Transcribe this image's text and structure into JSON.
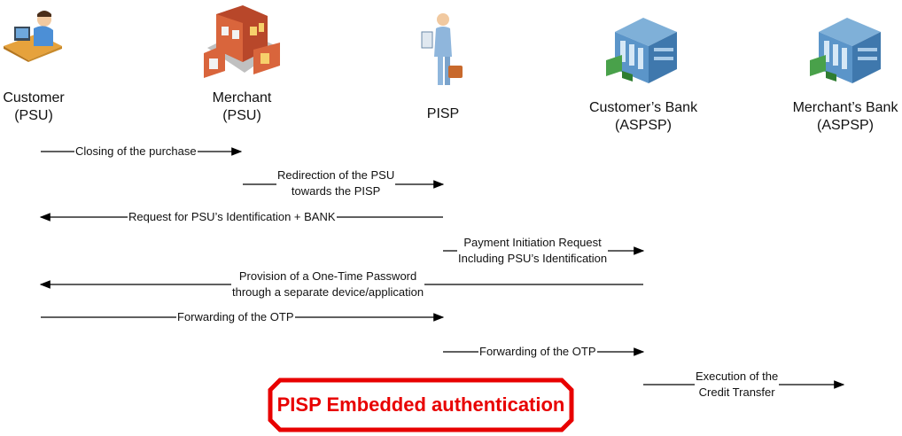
{
  "actors": [
    {
      "id": "customer",
      "label": "Customer\n(PSU)",
      "icon": "person-at-computer-icon"
    },
    {
      "id": "merchant",
      "label": "Merchant\n(PSU)",
      "icon": "store-building-icon"
    },
    {
      "id": "pisp",
      "label": "PISP",
      "icon": "businessman-icon"
    },
    {
      "id": "customer_bank",
      "label": "Customer’s Bank\n(ASPSP)",
      "icon": "bank-building-icon"
    },
    {
      "id": "merchant_bank",
      "label": "Merchant’s Bank\n(ASPSP)",
      "icon": "bank-building-icon"
    }
  ],
  "messages": [
    {
      "text": "Closing of the purchase",
      "from": "customer",
      "to": "merchant"
    },
    {
      "text": "Redirection of the PSU\ntowards the PISP",
      "from": "merchant",
      "to": "pisp"
    },
    {
      "text": "Request for PSU’s Identification + BANK",
      "from": "pisp",
      "to": "customer"
    },
    {
      "text": "Payment Initiation Request\nIncluding PSU’s Identification",
      "from": "pisp",
      "to": "customer_bank"
    },
    {
      "text": "Provision of a One-Time Password\nthrough a separate device/application",
      "from": "customer_bank",
      "to": "customer"
    },
    {
      "text": "Forwarding of the OTP",
      "from": "customer",
      "to": "pisp"
    },
    {
      "text": "Forwarding of the OTP",
      "from": "pisp",
      "to": "customer_bank"
    },
    {
      "text": "Execution of the\nCredit Transfer",
      "from": "customer_bank",
      "to": "merchant_bank"
    }
  ],
  "banner": {
    "text": "PISP Embedded authentication",
    "color": "#e80000"
  }
}
